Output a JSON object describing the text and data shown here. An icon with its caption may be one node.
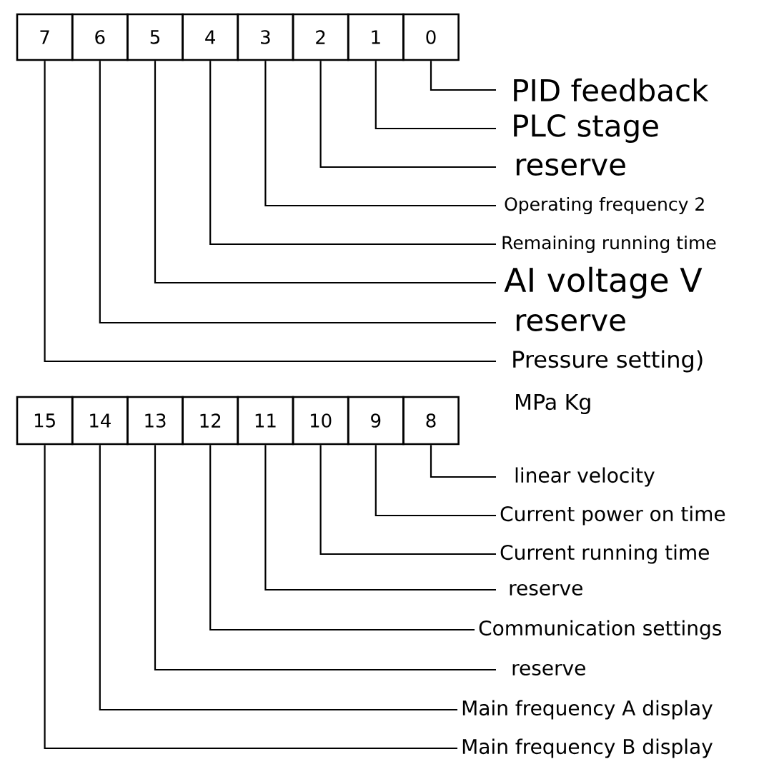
{
  "diagram": {
    "nodes": [
      {
        "text": [
          "7"
        ]
      },
      {
        "text": [
          "6"
        ]
      },
      {
        "text": [
          "5"
        ]
      },
      {
        "text": [
          "4"
        ]
      },
      {
        "text": [
          "3"
        ]
      },
      {
        "text": [
          "2"
        ]
      },
      {
        "text": [
          "1"
        ]
      },
      {
        "text": [
          "0"
        ]
      },
      {
        "text": [
          "PID feedback"
        ]
      },
      {
        "text": [
          "PLC stage"
        ]
      },
      {
        "text": [
          "reserve"
        ]
      },
      {
        "text": [
          "Operating frequency 2"
        ]
      },
      {
        "text": [
          "Remaining running time"
        ]
      },
      {
        "text": [
          "AI voltage V"
        ]
      },
      {
        "text": [
          "reserve"
        ]
      },
      {
        "text": [
          "Pressure setting)"
        ]
      },
      {
        "text": [
          "15"
        ]
      },
      {
        "text": [
          "14"
        ]
      },
      {
        "text": [
          "13"
        ]
      },
      {
        "text": [
          "12"
        ]
      },
      {
        "text": [
          "11"
        ]
      },
      {
        "text": [
          "10"
        ]
      },
      {
        "text": [
          "9"
        ]
      },
      {
        "text": [
          "8"
        ]
      },
      {
        "text": [
          "linear velocity"
        ]
      },
      {
        "text": [
          "Current power on time"
        ]
      },
      {
        "text": [
          "Current running time"
        ]
      },
      {
        "text": [
          "reserve"
        ]
      },
      {
        "text": [
          "Communication settings"
        ]
      },
      {
        "text": [
          "reserve"
        ]
      },
      {
        "text": [
          "Main frequency A display"
        ]
      },
      {
        "text": [
          "Main frequency B display"
        ]
      }
    ],
    "edges": [
      {
        "from": 8,
        "to": 7,
        "arrow": "none"
      },
      {
        "from": 9,
        "to": 6,
        "arrow": "none"
      },
      {
        "from": 10,
        "to": 5,
        "arrow": "none"
      },
      {
        "from": 11,
        "to": 4,
        "arrow": "none"
      },
      {
        "from": 12,
        "to": 3,
        "arrow": "none"
      },
      {
        "from": 13,
        "to": 2,
        "arrow": "none"
      },
      {
        "from": 14,
        "to": 1,
        "arrow": "none"
      },
      {
        "from": 15,
        "to": 0,
        "arrow": "none"
      },
      {
        "from": 24,
        "to": 23,
        "arrow": "none"
      },
      {
        "from": 25,
        "to": 22,
        "arrow": "none"
      },
      {
        "from": 26,
        "to": 21,
        "arrow": "none"
      },
      {
        "from": 27,
        "to": 20,
        "arrow": "none"
      },
      {
        "from": 28,
        "to": 19,
        "arrow": "none"
      },
      {
        "from": 29,
        "to": 18,
        "arrow": "none"
      },
      {
        "from": 30,
        "to": 17,
        "arrow": "none"
      },
      {
        "from": 31,
        "to": 16,
        "arrow": "none"
      }
    ],
    "labels": [
      "MPa Kg"
    ]
  }
}
